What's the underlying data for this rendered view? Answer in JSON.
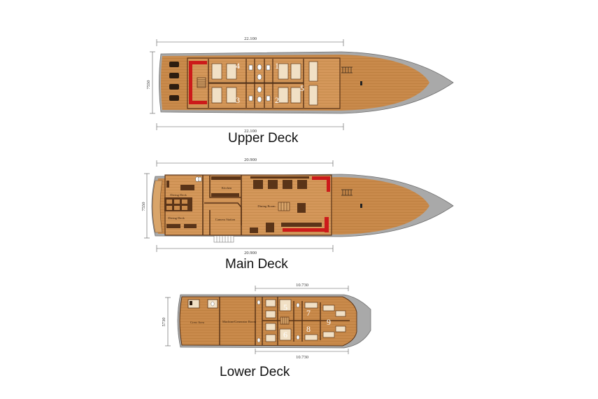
{
  "upper_deck": {
    "title": "Upper Deck",
    "length_top": "22.100",
    "length_bottom": "22.100",
    "beam": "7550",
    "cabins": [
      "4",
      "1",
      "3",
      "2",
      "5"
    ]
  },
  "main_deck": {
    "title": "Main Deck",
    "length_top": "20.900",
    "length_bottom": "20.900",
    "beam": "7550",
    "rooms": {
      "diving_deck_top": "Diving Deck",
      "diving_deck_bottom": "Diving Deck",
      "kitchen": "Kitchen",
      "dining_room": "Dining Room",
      "camera_station": "Camera Station"
    }
  },
  "lower_deck": {
    "title": "Lower Deck",
    "length_top": "10.730",
    "length_bottom": "10.730",
    "beam": "5730",
    "rooms": {
      "crew_area": "Crew Area",
      "machine_room": "Machine/Generator Room"
    },
    "cabins": [
      "5",
      "7",
      "9",
      "6",
      "8"
    ]
  },
  "colors": {
    "deck_wood": "#c98a4b",
    "wood_dark": "#b87a3d",
    "furniture": "#5a3418",
    "hull_grey": "#a9a9a9",
    "accent_red": "#cc1a1a",
    "bunk_cream": "#f1e0c5"
  }
}
